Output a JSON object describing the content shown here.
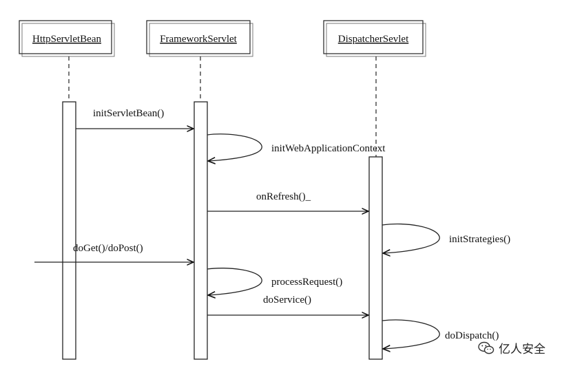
{
  "participants": [
    {
      "id": "httpservletbean",
      "label": "HttpServletBean"
    },
    {
      "id": "frameworkservlet",
      "label": "FrameworkServlet"
    },
    {
      "id": "dispatchersevlet",
      "label": "DispatcherSevlet"
    }
  ],
  "messages": [
    {
      "id": "init-servlet-bean",
      "label": "initServletBean()",
      "from": "HttpServletBean",
      "to": "FrameworkServlet",
      "kind": "call"
    },
    {
      "id": "init-web-application-context",
      "label": "initWebApplicationContext",
      "from": "FrameworkServlet",
      "to": "FrameworkServlet",
      "kind": "self"
    },
    {
      "id": "on-refresh",
      "label": "onRefresh()_",
      "from": "FrameworkServlet",
      "to": "DispatcherSevlet",
      "kind": "call"
    },
    {
      "id": "init-strategies",
      "label": "initStrategies()",
      "from": "DispatcherSevlet",
      "to": "DispatcherSevlet",
      "kind": "self"
    },
    {
      "id": "do-get-do-post",
      "label": "doGet()/doPost()",
      "from": "",
      "to": "FrameworkServlet",
      "kind": "incoming"
    },
    {
      "id": "process-request",
      "label": "processRequest()",
      "from": "FrameworkServlet",
      "to": "FrameworkServlet",
      "kind": "self"
    },
    {
      "id": "do-service",
      "label": "doService()",
      "from": "FrameworkServlet",
      "to": "DispatcherSevlet",
      "kind": "call"
    },
    {
      "id": "do-dispatch",
      "label": "doDispatch()",
      "from": "DispatcherSevlet",
      "to": "DispatcherSevlet",
      "kind": "self"
    }
  ],
  "watermark": {
    "text": "亿人安全",
    "icon": "wechat-icon"
  }
}
